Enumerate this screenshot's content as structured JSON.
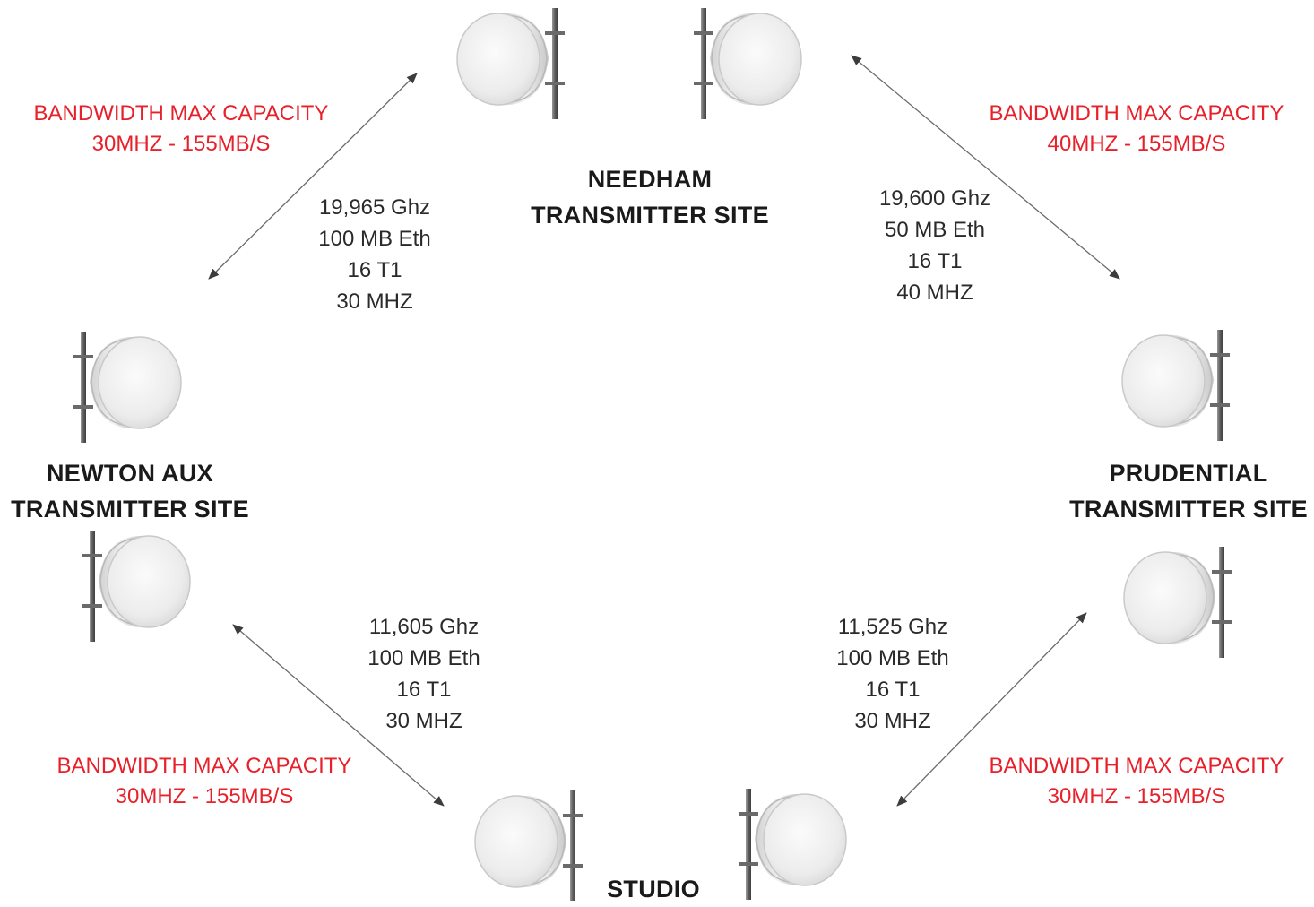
{
  "sites": {
    "needham": {
      "line1": "NEEDHAM",
      "line2": "TRANSMITTER SITE"
    },
    "newton": {
      "line1": "NEWTON AUX",
      "line2": "TRANSMITTER SITE"
    },
    "prudential": {
      "line1": "PRUDENTIAL",
      "line2": "TRANSMITTER SITE"
    },
    "studio": {
      "line1": "STUDIO"
    }
  },
  "links": {
    "needham_newton": {
      "specs": [
        "19,965 Ghz",
        "100 MB Eth",
        "16 T1",
        "30 MHZ"
      ],
      "capacity": [
        "BANDWIDTH MAX CAPACITY",
        "30MHZ - 155MB/S"
      ]
    },
    "needham_prudential": {
      "specs": [
        "19,600 Ghz",
        "50 MB Eth",
        "16 T1",
        "40 MHZ"
      ],
      "capacity": [
        "BANDWIDTH MAX CAPACITY",
        "40MHZ - 155MB/S"
      ]
    },
    "newton_studio": {
      "specs": [
        "11,605 Ghz",
        "100 MB Eth",
        "16 T1",
        "30 MHZ"
      ],
      "capacity": [
        "BANDWIDTH MAX CAPACITY",
        "30MHZ - 155MB/S"
      ]
    },
    "prudential_studio": {
      "specs": [
        "11,525 Ghz",
        "100 MB Eth",
        "16 T1",
        "30 MHZ"
      ],
      "capacity": [
        "BANDWIDTH MAX CAPACITY",
        "30MHZ - 155MB/S"
      ]
    }
  },
  "colors": {
    "capacity_text": "#e8202a",
    "arrow": "#555555",
    "dish_face": "#e9e9e9",
    "dish_rim": "#cfcfcf",
    "mast": "#6e6e6e"
  },
  "icons": [
    "microwave-dish-icon",
    "double-arrow-icon"
  ]
}
